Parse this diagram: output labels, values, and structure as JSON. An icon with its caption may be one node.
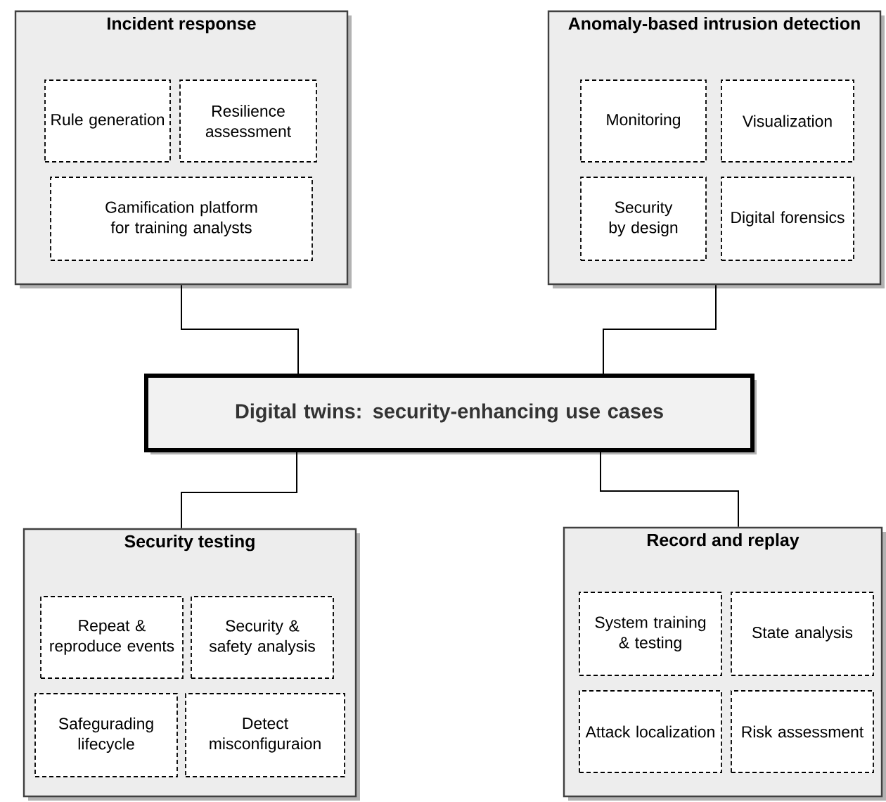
{
  "diagram": {
    "nodes": [
      {
        "text": [
          "Incident response"
        ]
      },
      {
        "text": [
          "Rule generation"
        ],
        "in": 0
      },
      {
        "text": [
          "Resilience assessment"
        ],
        "in": 0
      },
      {
        "text": [
          "Gamification platform for training analysts"
        ],
        "in": 0
      },
      {
        "text": [
          "Anomaly-based intrusion detection"
        ]
      },
      {
        "text": [
          "Monitoring"
        ],
        "in": 4
      },
      {
        "text": [
          "Visualization"
        ],
        "in": 4
      },
      {
        "text": [
          "Security by design"
        ],
        "in": 4
      },
      {
        "text": [
          "Digital forensics"
        ],
        "in": 4
      },
      {
        "text": [
          "Digital twins: security-enhancing use cases"
        ]
      },
      {
        "text": [
          "Security testing"
        ]
      },
      {
        "text": [
          "Repeat & reproduce events"
        ],
        "in": 10
      },
      {
        "text": [
          "Security & safety analysis"
        ],
        "in": 10
      },
      {
        "text": [
          "Safegurading lifecycle"
        ],
        "in": 10
      },
      {
        "text": [
          "Detect misconfiguraion"
        ],
        "in": 10
      },
      {
        "text": [
          "Record and replay"
        ]
      },
      {
        "text": [
          "System training & testing"
        ],
        "in": 15
      },
      {
        "text": [
          "State analysis"
        ],
        "in": 15
      },
      {
        "text": [
          "Attack localization"
        ],
        "in": 15
      },
      {
        "text": [
          "Risk assessment"
        ],
        "in": 15
      }
    ],
    "edges": [
      {
        "from": 9,
        "to": 0,
        "arrow": "none"
      },
      {
        "from": 9,
        "to": 4,
        "arrow": "none"
      },
      {
        "from": 9,
        "to": 10,
        "arrow": "none"
      },
      {
        "from": 9,
        "to": 15,
        "arrow": "none"
      }
    ]
  }
}
